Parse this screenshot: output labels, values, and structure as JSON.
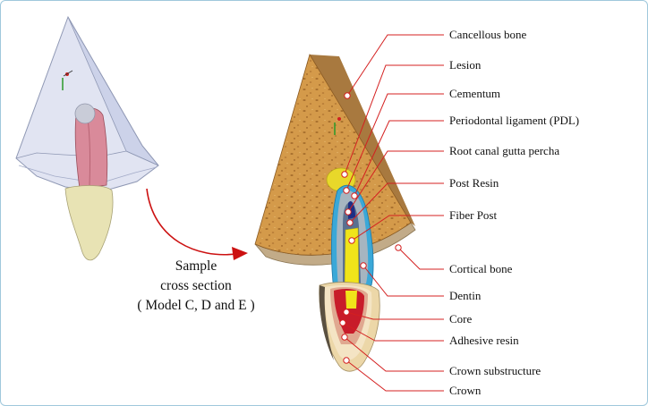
{
  "caption": {
    "line1": "Sample",
    "line2": "cross section",
    "line3": "( Model C, D and E )"
  },
  "labels": [
    "Cancellous bone",
    "Lesion",
    "Cementum",
    "Periodontal ligament (PDL)",
    "Root canal gutta percha",
    "Post Resin",
    "Fiber Post",
    "Cortical bone",
    "Dentin",
    "Core",
    "Adhesive resin",
    "Crown substructure",
    "Crown"
  ],
  "colors": {
    "leader_line": "#d42020",
    "arrow": "#cc1111",
    "cancellous_bone": "#d49a4a",
    "cortical_bone": "#c2ab88",
    "dentin": "#a6b5c0",
    "fiber_post": "#f0e41a",
    "lesion": "#e8d82a",
    "pdl": "#3aa8d8",
    "core": "#c81c2a",
    "crown": "#ecd7a8",
    "gutta_percha": "#1e2f86",
    "bone_block": "#c8cde8"
  }
}
